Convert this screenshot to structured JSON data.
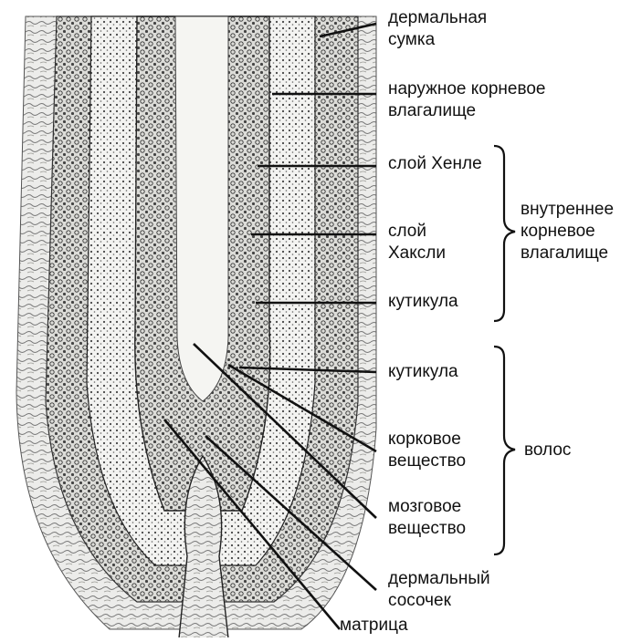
{
  "labels": {
    "dermal_sheath": [
      "дермальная",
      "сумка"
    ],
    "outer_root_sheath": [
      "наружное корневое",
      "влагалище"
    ],
    "henle_layer": [
      "слой Хенле"
    ],
    "huxley_layer": [
      "слой",
      "Хаксли"
    ],
    "cuticle_sheath": [
      "кутикула"
    ],
    "cuticle_hair": [
      "кутикула"
    ],
    "cortex": [
      "корковое",
      "вещество"
    ],
    "medulla": [
      "мозговое",
      "вещество"
    ],
    "dermal_papilla": [
      "дермальный",
      "сосочек"
    ],
    "matrix": [
      "матрица"
    ]
  },
  "groups": {
    "inner_root_sheath": [
      "внутреннее",
      "корневое",
      "влагалище"
    ],
    "hair": [
      "волос"
    ]
  },
  "colors": {
    "ink": "#1a1a1a",
    "paper": "#ffffff",
    "tissue": "#e9e9e6",
    "dark_tissue": "#8d8d88"
  }
}
